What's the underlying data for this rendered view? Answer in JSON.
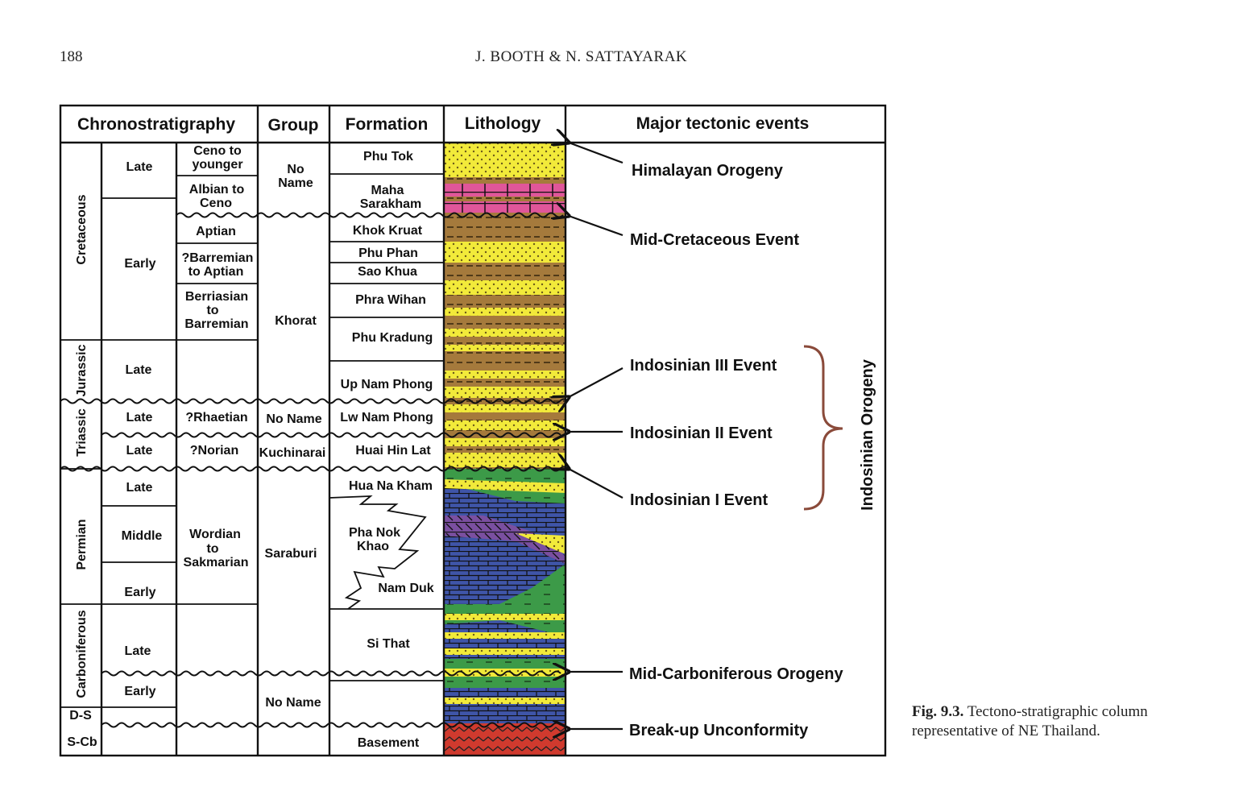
{
  "page": {
    "number": "188",
    "running_head": "J. BOOTH & N. SATTAYARAK"
  },
  "caption": {
    "label": "Fig. 9.3.",
    "text": "Tectono-stratigraphic column representative of NE Thailand."
  },
  "headers": {
    "chrono": "Chronostratigraphy",
    "group": "Group",
    "formation": "Formation",
    "lithology": "Lithology",
    "events": "Major tectonic events"
  },
  "periods": [
    "Cretaceous",
    "Jurassic",
    "Triassic",
    "Permian",
    "Carboniferous",
    "D-S",
    "S-Cb"
  ],
  "epochs": [
    "Late",
    "Early",
    "Late",
    "Late",
    "Late",
    "Late",
    "Middle",
    "Early",
    "Late",
    "Early"
  ],
  "stages": [
    "Ceno to",
    "younger",
    "Albian to",
    "Ceno",
    "Aptian",
    "?Barremian",
    "to Aptian",
    "Berriasian",
    "to",
    "Barremian",
    "?Rhaetian",
    "?Norian",
    "Wordian",
    "to",
    "Sakmarian"
  ],
  "groups": [
    "No",
    "Name",
    "Khorat",
    "No Name",
    "Kuchinarai",
    "Saraburi",
    "No Name"
  ],
  "formations": [
    "Phu Tok",
    "Maha",
    "Sarakham",
    "Khok Kruat",
    "Phu Phan",
    "Sao Khua",
    "Phra Wihan",
    "Phu Kradung",
    "Up Nam Phong",
    "Lw Nam Phong",
    "Huai Hin Lat",
    "Hua Na Kham",
    "Pha Nok",
    "Khao",
    "Nam Duk",
    "Si That",
    "Basement"
  ],
  "events": [
    "Himalayan Orogeny",
    "Mid-Cretaceous Event",
    "Indosinian III Event",
    "Indosinian II Event",
    "Indosinian I Event",
    "Mid-Carboniferous Orogeny",
    "Break-up Unconformity"
  ],
  "bracket_label": "Indosinian Orogeny",
  "colors": {
    "sand": "#f2ea3a",
    "mud": "#a57a3c",
    "salt": "#e0569a",
    "limestone": "#3f55a8",
    "green": "#3c9a48",
    "purple": "#7a4fa0",
    "basement": "#d03a2e",
    "bracket": "#8a4a3a"
  }
}
